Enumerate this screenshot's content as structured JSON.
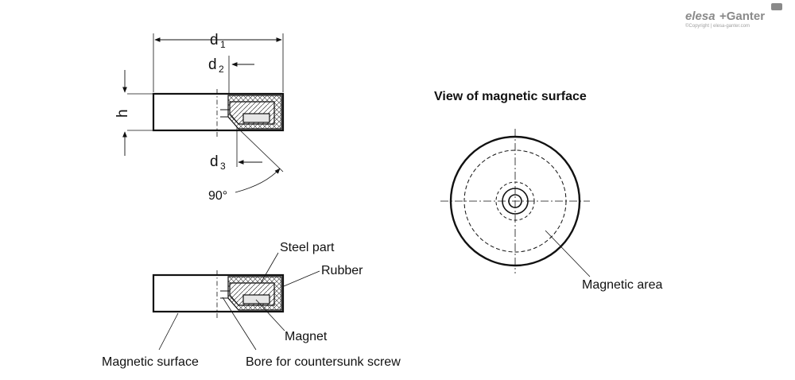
{
  "brand": {
    "name_part1": "elesa",
    "name_part2": "+Ganter",
    "copyright": "©Copyright | elesa-ganter.com"
  },
  "dimensions": {
    "d1": "d",
    "d1_sub": "1",
    "d2": "d",
    "d2_sub": "2",
    "d3": "d",
    "d3_sub": "3",
    "h": "h",
    "angle": "90°"
  },
  "callouts": {
    "steel_part": "Steel part",
    "rubber": "Rubber",
    "magnet": "Magnet",
    "magnetic_surface": "Magnetic surface",
    "bore": "Bore for countersunk screw"
  },
  "view": {
    "title": "View of magnetic surface",
    "magnetic_area": "Magnetic area"
  }
}
